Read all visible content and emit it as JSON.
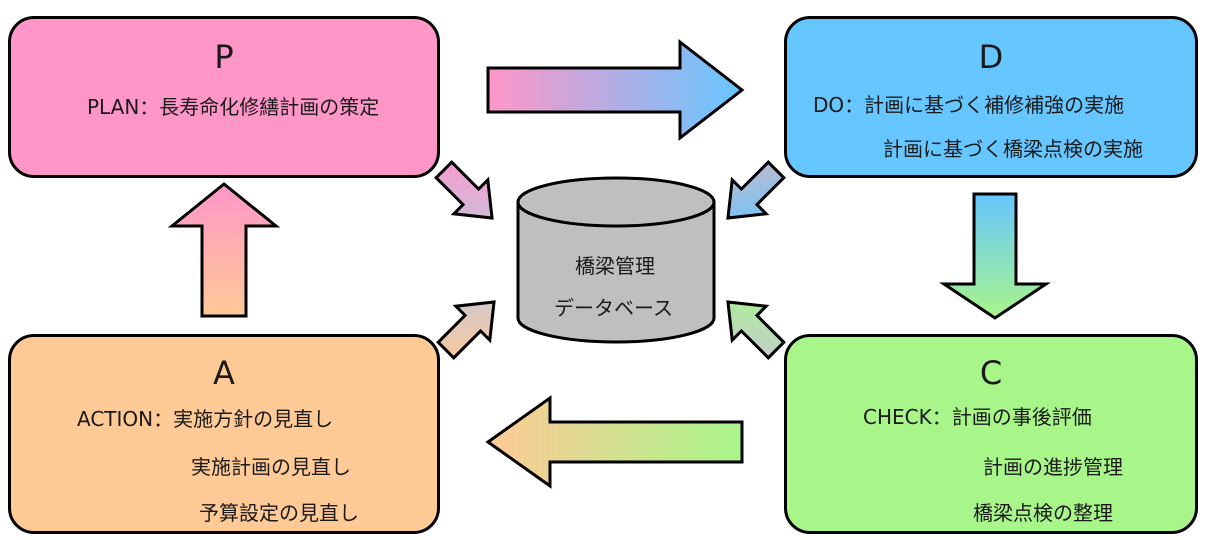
{
  "colors": {
    "plan": "#ff96c8",
    "do": "#66c6ff",
    "check": "#a8f58a",
    "action": "#ffca96",
    "database": "#bfbfbf"
  },
  "plan": {
    "letter": "P",
    "lines": [
      "PLAN：長寿命化修繕計画の策定"
    ]
  },
  "do": {
    "letter": "D",
    "lines": [
      "DO：計画に基づく補修補強の実施",
      "計画に基づく橋梁点検の実施"
    ]
  },
  "check": {
    "letter": "C",
    "lines": [
      "CHECK：計画の事後評価",
      "計画の進捗管理",
      "橋梁点検の整理"
    ]
  },
  "action": {
    "letter": "A",
    "lines": [
      "ACTION：実施方針の見直し",
      "実施計画の見直し",
      "予算設定の見直し"
    ]
  },
  "database": {
    "line1": "橋梁管理",
    "line2": "データベース"
  }
}
